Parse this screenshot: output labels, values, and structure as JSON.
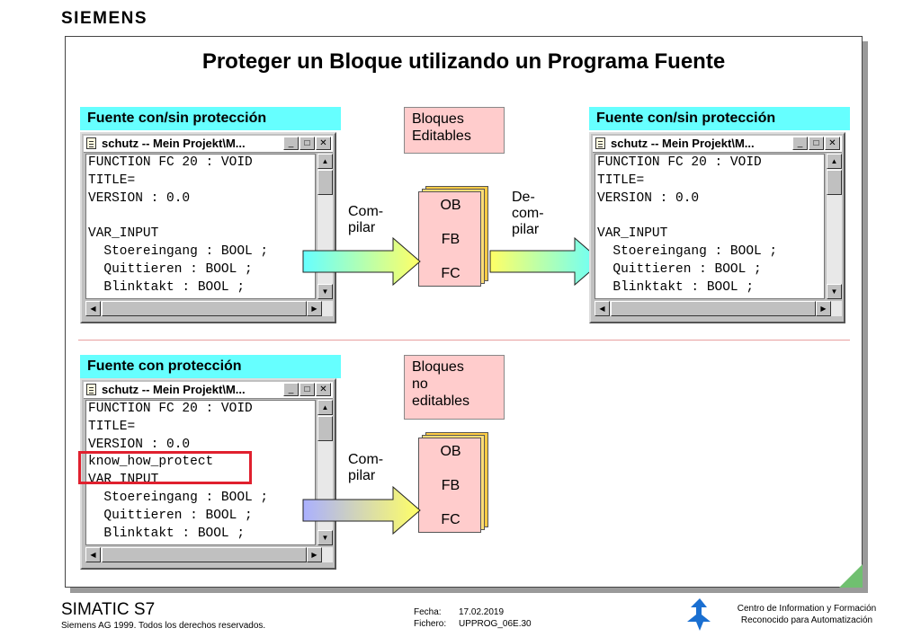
{
  "brand": "SIEMENS",
  "title": "Proteger un Bloque utilizando un Programa Fuente",
  "panels": {
    "top_left_label": "Fuente con/sin protección",
    "top_right_label": "Fuente con/sin protección",
    "bottom_left_label": "Fuente con protección",
    "top_middle_box": "Bloques\nEditables",
    "bottom_middle_box": "Bloques\nno\neditables"
  },
  "window": {
    "title": "schutz -- Mein Projekt\\M...",
    "min_glyph": "_",
    "max_glyph": "□",
    "close_glyph": "✕",
    "lines_unprotected": [
      "FUNCTION FC 20 : VOID",
      "TITLE=",
      "VERSION : 0.0",
      "",
      "VAR_INPUT",
      "  Stoereingang : BOOL ;",
      "  Quittieren : BOOL ;",
      "  Blinktakt : BOOL ;"
    ],
    "lines_protected": [
      "FUNCTION FC 20 : VOID",
      "TITLE=",
      "VERSION : 0.0",
      "know_how_protect",
      "VAR_INPUT",
      "  Stoereingang : BOOL ;",
      "  Quittieren : BOOL ;",
      "  Blinktakt : BOOL ;"
    ]
  },
  "blocks": {
    "ob": "OB",
    "fb": "FB",
    "fc": "FC"
  },
  "arrows": {
    "compile": "Com-\npilar",
    "decompile": "De-\ncom-\npilar"
  },
  "colors": {
    "cyan_label": "#66ffff",
    "pink_box": "#ffcccc",
    "highlight_red": "#e0202e",
    "logo_blue": "#1a6fd1"
  },
  "footer": {
    "product": "SIMATIC S7",
    "copyright": "Siemens AG 1999. Todos los derechos reservados.",
    "date_label": "Fecha:",
    "date_value": "17.02.2019",
    "file_label": "Fichero:",
    "file_value": "UPPROG_06E.30",
    "center_line1": "Centro de Information y Formación",
    "center_line2": "Reconocido para Automatización",
    "logo_icon": "training-center-logo-icon"
  }
}
